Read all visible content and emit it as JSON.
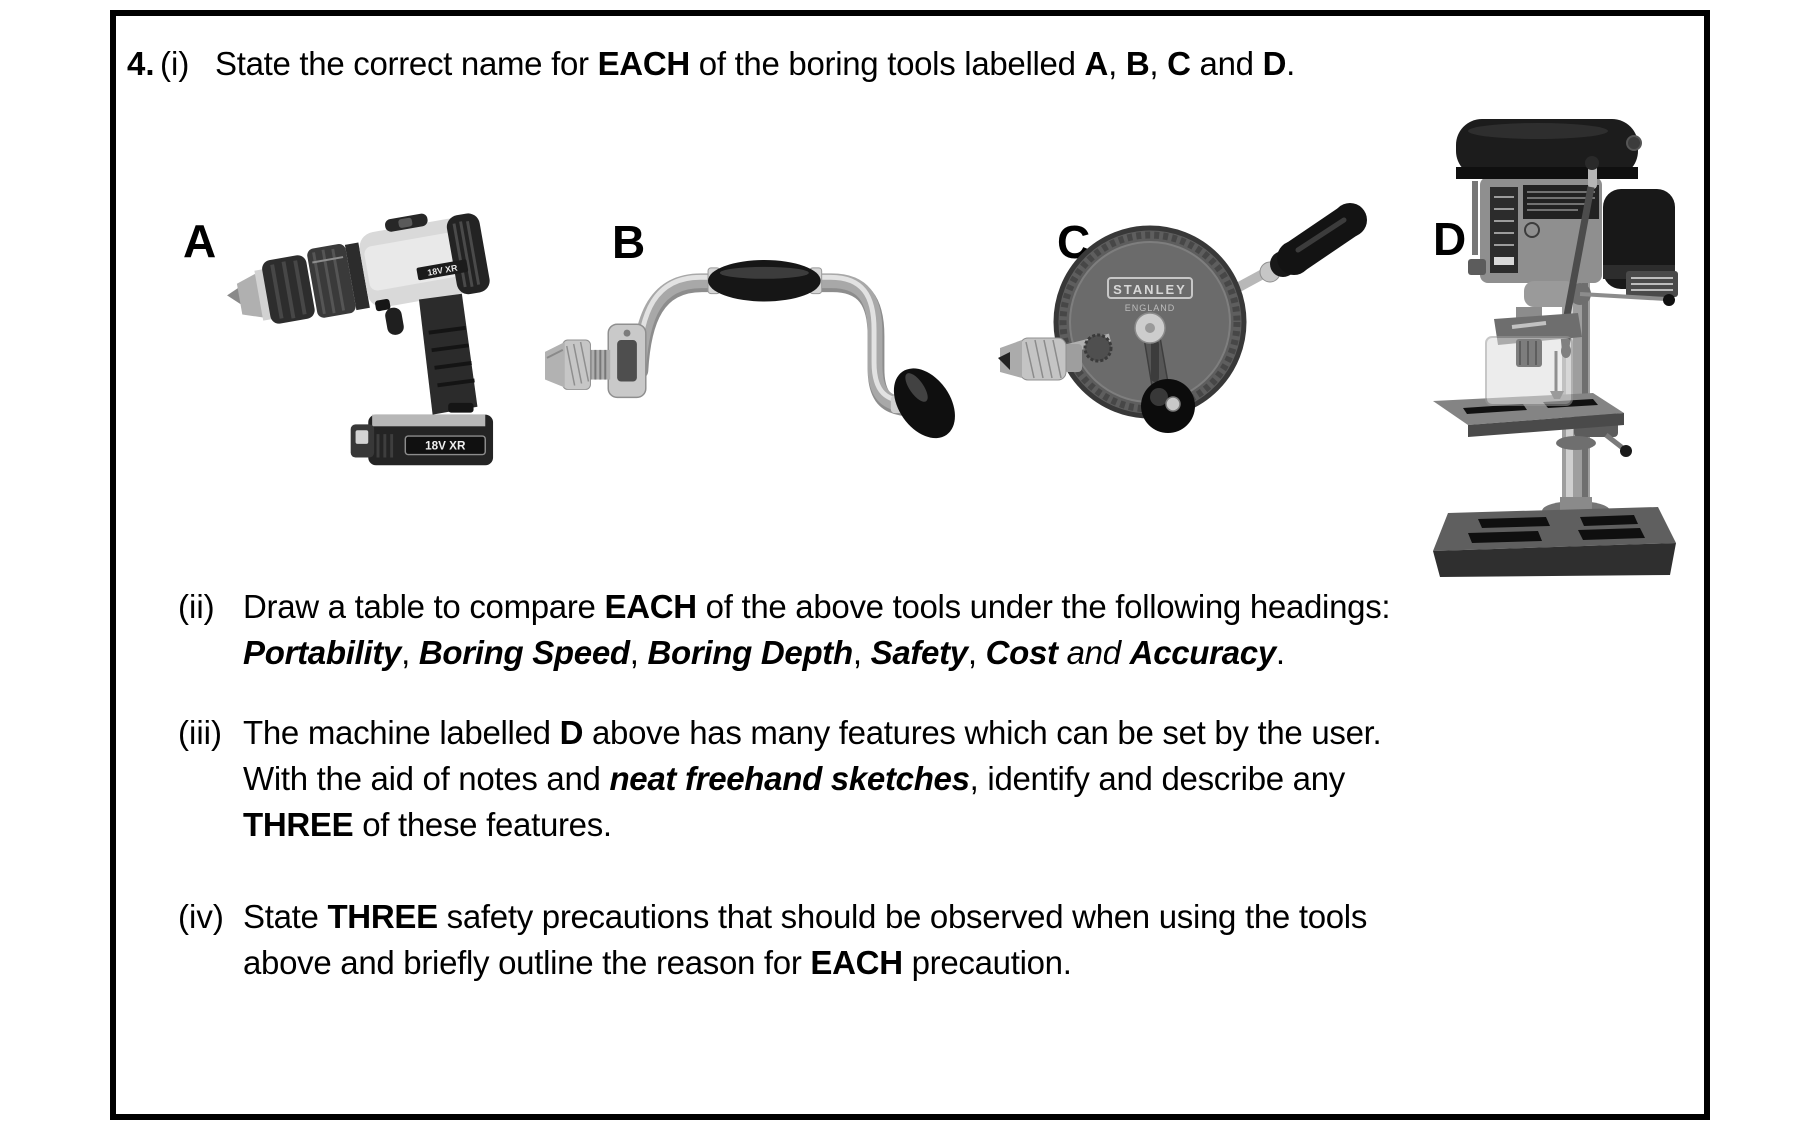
{
  "frame": {
    "background": "#ffffff",
    "border_color": "#000000"
  },
  "question": {
    "number": "4.",
    "parts": [
      {
        "marker": "(i)",
        "lines": [
          [
            {
              "t": "State the correct name for "
            },
            {
              "t": "EACH",
              "b": true
            },
            {
              "t": " of the boring tools labelled "
            },
            {
              "t": "A",
              "b": true
            },
            {
              "t": ", "
            },
            {
              "t": "B",
              "b": true
            },
            {
              "t": ", "
            },
            {
              "t": "C",
              "b": true
            },
            {
              "t": " and "
            },
            {
              "t": "D",
              "b": true
            },
            {
              "t": "."
            }
          ]
        ]
      },
      {
        "marker": "(ii)",
        "lines": [
          [
            {
              "t": "Draw a table to compare "
            },
            {
              "t": "EACH",
              "b": true
            },
            {
              "t": " of the above tools under the following headings:"
            }
          ],
          [
            {
              "t": "Portability",
              "b": true,
              "i": true
            },
            {
              "t": ", "
            },
            {
              "t": "Boring Speed",
              "b": true,
              "i": true
            },
            {
              "t": ", "
            },
            {
              "t": "Boring Depth",
              "b": true,
              "i": true
            },
            {
              "t": ", "
            },
            {
              "t": "Safety",
              "b": true,
              "i": true
            },
            {
              "t": ", "
            },
            {
              "t": "Cost",
              "b": true,
              "i": true
            },
            {
              "t": " "
            },
            {
              "t": "and",
              "i": true
            },
            {
              "t": " "
            },
            {
              "t": "Accuracy",
              "b": true,
              "i": true
            },
            {
              "t": "."
            }
          ]
        ]
      },
      {
        "marker": "(iii)",
        "lines": [
          [
            {
              "t": "The machine labelled "
            },
            {
              "t": "D",
              "b": true
            },
            {
              "t": " above has many features which can be set by the user."
            }
          ],
          [
            {
              "t": "With the aid of notes and "
            },
            {
              "t": "neat freehand sketches",
              "b": true,
              "i": true
            },
            {
              "t": ", identify and describe any"
            }
          ],
          [
            {
              "t": "THREE",
              "b": true
            },
            {
              "t": " of these features."
            }
          ]
        ]
      },
      {
        "marker": "(iv)",
        "lines": [
          [
            {
              "t": "State "
            },
            {
              "t": "THREE",
              "b": true
            },
            {
              "t": " safety precautions that should be observed when using the tools"
            }
          ],
          [
            {
              "t": "above and briefly outline the reason for "
            },
            {
              "t": "EACH",
              "b": true
            },
            {
              "t": " precaution."
            }
          ]
        ]
      }
    ]
  },
  "figure": {
    "tools": [
      {
        "label": "A",
        "icon": "cordless-drill",
        "body_text": "18V XR",
        "battery_text": "18V XR"
      },
      {
        "label": "B",
        "icon": "ratchet-brace"
      },
      {
        "label": "C",
        "icon": "hand-drill",
        "brand": "STANLEY",
        "brand_origin": "ENGLAND"
      },
      {
        "label": "D",
        "icon": "bench-drill-press"
      }
    ]
  }
}
